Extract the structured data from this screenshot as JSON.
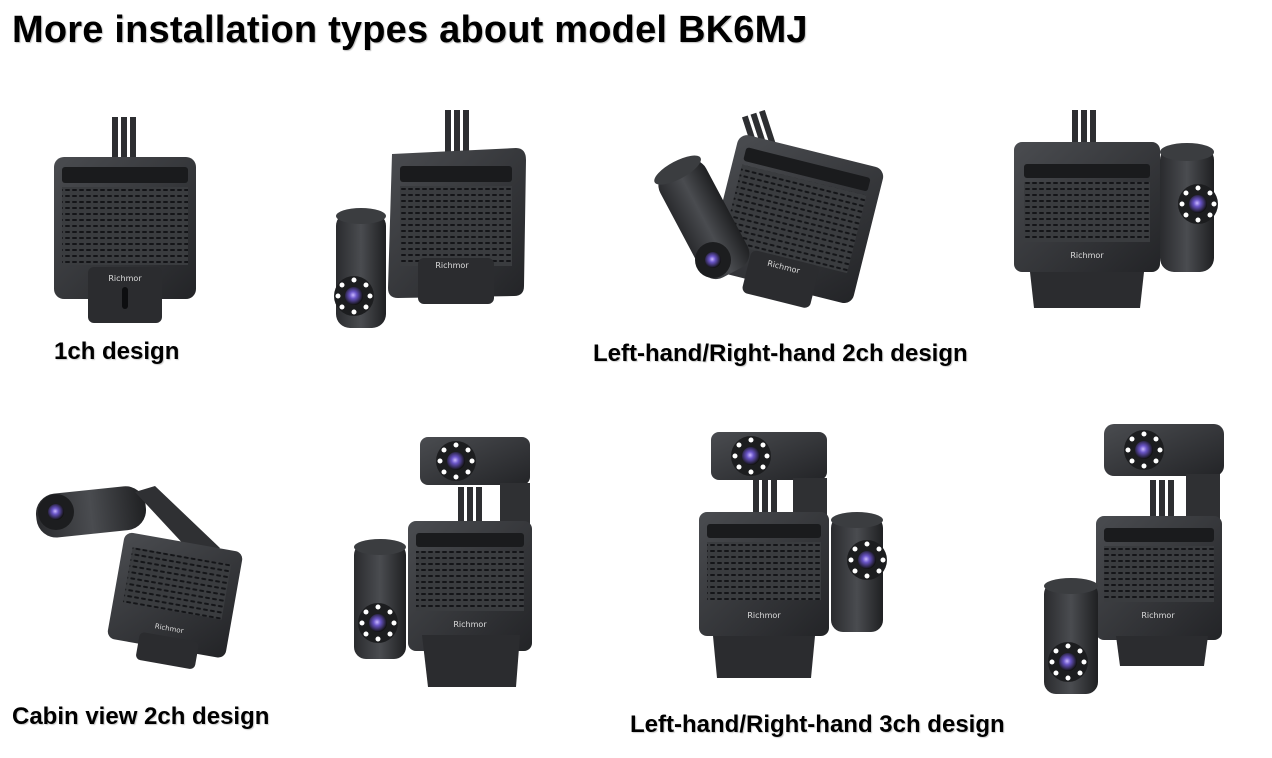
{
  "page": {
    "title": "More installation types about model BK6MJ"
  },
  "captions": {
    "one_ch": "1ch design",
    "lr_2ch": "Left-hand/Right-hand 2ch design",
    "cabin_2ch": "Cabin view 2ch design",
    "lr_3ch": "Left-hand/Right-hand 3ch design"
  },
  "brand": {
    "logo_text": "Richmor"
  },
  "colors": {
    "body_dark": "#2a2b2d",
    "body_mid": "#3d3f42",
    "grille": "#16171a",
    "lens_purple": "#6a55c8",
    "ir_led": "#ffffff"
  }
}
